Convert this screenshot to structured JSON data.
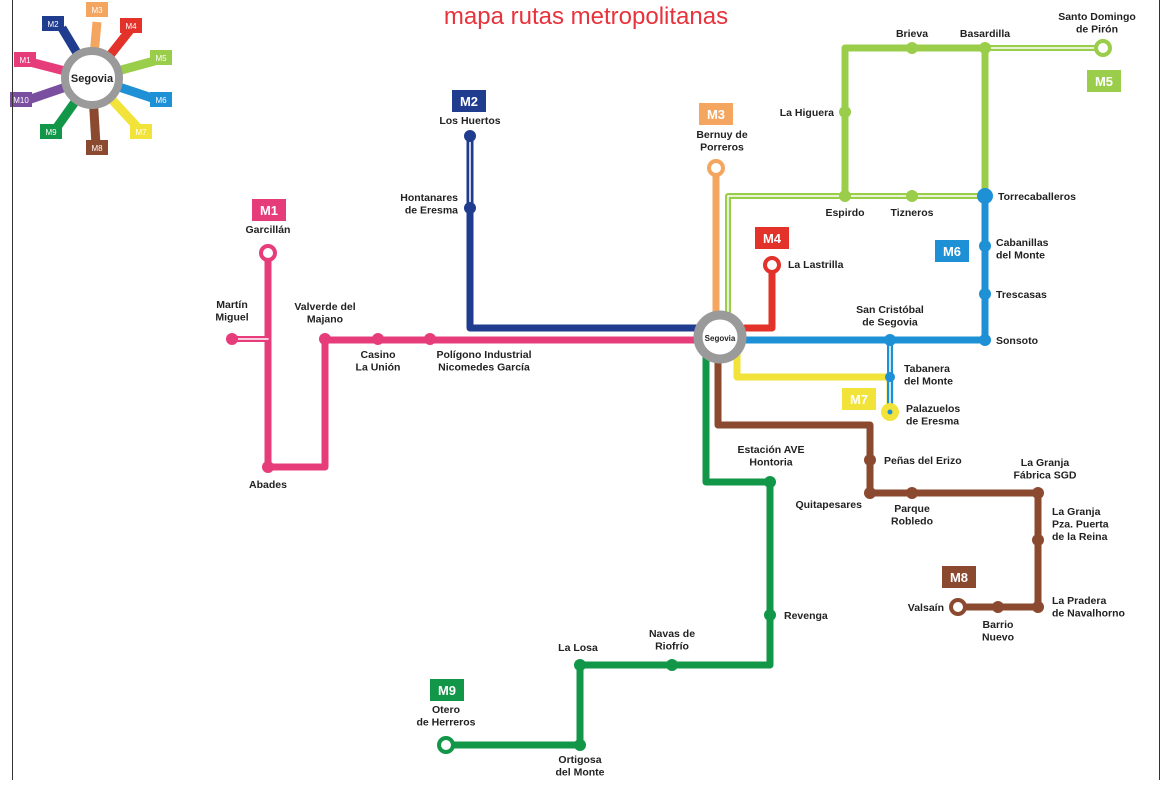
{
  "title": "mapa rutas metropolitanas",
  "hub": {
    "label": "Segovia",
    "center_label": "Segovia"
  },
  "legend_wheel": [
    "M1",
    "M2",
    "M3",
    "M4",
    "M5",
    "M6",
    "M7",
    "M8",
    "M9",
    "M10"
  ],
  "colors": {
    "title": "#e8323c",
    "M1": "#e63c7a",
    "M2": "#1f3c8f",
    "M3": "#f4a55f",
    "M4": "#e2322a",
    "M5": "#9acd4a",
    "M6": "#1e90d6",
    "M7": "#f2e33a",
    "M8": "#8b4a30",
    "M9": "#129648",
    "M10": "#7a4fa0",
    "hub": "#9a9a9a"
  },
  "routes": [
    {
      "id": "M1",
      "badge": "M1"
    },
    {
      "id": "M2",
      "badge": "M2"
    },
    {
      "id": "M3",
      "badge": "M3"
    },
    {
      "id": "M4",
      "badge": "M4"
    },
    {
      "id": "M5",
      "badge": "M5"
    },
    {
      "id": "M6",
      "badge": "M6"
    },
    {
      "id": "M7",
      "badge": "M7"
    },
    {
      "id": "M8",
      "badge": "M8"
    },
    {
      "id": "M9",
      "badge": "M9"
    }
  ],
  "stops": {
    "garcillan": [
      "Garcillán"
    ],
    "martin_miguel": [
      "Martín",
      "Miguel"
    ],
    "valverde": [
      "Valverde del",
      "Majano"
    ],
    "casino": [
      "Casino",
      "La Unión"
    ],
    "poligono": [
      "Polígono Industrial",
      "Nicomedes García"
    ],
    "abades": [
      "Abades"
    ],
    "los_huertos": [
      "Los Huertos"
    ],
    "hontanares": [
      "Hontanares",
      "de Eresma"
    ],
    "bernuy": [
      "Bernuy de",
      "Porreros"
    ],
    "la_lastrilla": [
      "La Lastrilla"
    ],
    "la_higuera": [
      "La Higuera"
    ],
    "brieva": [
      "Brieva"
    ],
    "basardilla": [
      "Basardilla"
    ],
    "santo_domingo": [
      "Santo Domingo",
      "de Pirón"
    ],
    "espirdo": [
      "Espirdo"
    ],
    "tizneros": [
      "Tizneros"
    ],
    "torrecaballeros": [
      "Torrecaballeros"
    ],
    "cabanillas": [
      "Cabanillas",
      "del Monte"
    ],
    "trescasas": [
      "Trescasas"
    ],
    "sonsoto": [
      "Sonsoto"
    ],
    "san_cristobal": [
      "San Cristóbal",
      "de Segovia"
    ],
    "tabanera": [
      "Tabanera",
      "del Monte"
    ],
    "palazuelos": [
      "Palazuelos",
      "de Eresma"
    ],
    "estacion_ave": [
      "Estación AVE",
      "Hontoria"
    ],
    "penas_erizo": [
      "Peñas del Erizo"
    ],
    "la_granja_fabrica": [
      "La Granja",
      "Fábrica SGD"
    ],
    "quitapesares": [
      "Quitapesares"
    ],
    "parque_robledo": [
      "Parque",
      "Robledo"
    ],
    "la_granja_pza": [
      "La Granja",
      "Pza. Puerta",
      "de la Reina"
    ],
    "valsain": [
      "Valsaín"
    ],
    "barrio_nuevo": [
      "Barrio",
      "Nuevo"
    ],
    "la_pradera": [
      "La Pradera",
      "de Navalhorno"
    ],
    "revenga": [
      "Revenga"
    ],
    "navas_riofrio": [
      "Navas de",
      "Riofrío"
    ],
    "la_losa": [
      "La Losa"
    ],
    "otero": [
      "Otero",
      "de Herreros"
    ],
    "ortigosa": [
      "Ortigosa",
      "del Monte"
    ]
  }
}
